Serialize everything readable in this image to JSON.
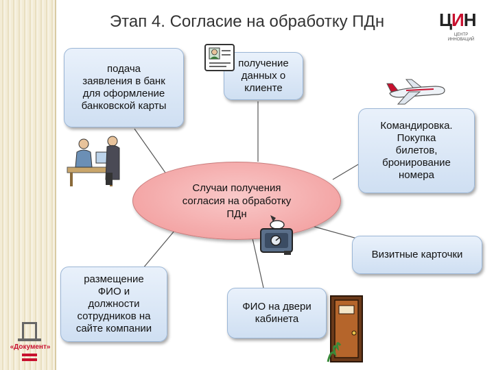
{
  "title": "Этап 4. Согласие на обработку ПДн",
  "logo": {
    "letters_dark": "Ц",
    "letters_red": "И",
    "letters_end": "Н",
    "subtitle": "ЦЕНТР ИННОВАЦИЙ"
  },
  "center": {
    "text": "Случаи получения\nсогласия на обработку\nПДн"
  },
  "nodes": {
    "bank_card": "подача\nзаявления в банк\nдля оформление\nбанковской карты",
    "client_data": "получение\nданных о\nклиенте",
    "business_trip": "Командировка.\nПокупка\nбилетов,\nбронирование\nномера",
    "business_cards": "Визитные карточки",
    "employees_site": "размещение\nФИО и\nдолжности\nсотрудников на\nсайте компании",
    "door_name": "ФИО на двери\nкабинета"
  },
  "doc_logo": {
    "text": "«Документ»"
  },
  "colors": {
    "box_fill": "#dbe7f5",
    "center_fill": "#f4a9a9",
    "accent_red": "#c8102e"
  },
  "icons": [
    "id-card-icon",
    "airplane-icon",
    "office-workers-icon",
    "safe-icon",
    "door-icon",
    "document-logo-icon"
  ]
}
